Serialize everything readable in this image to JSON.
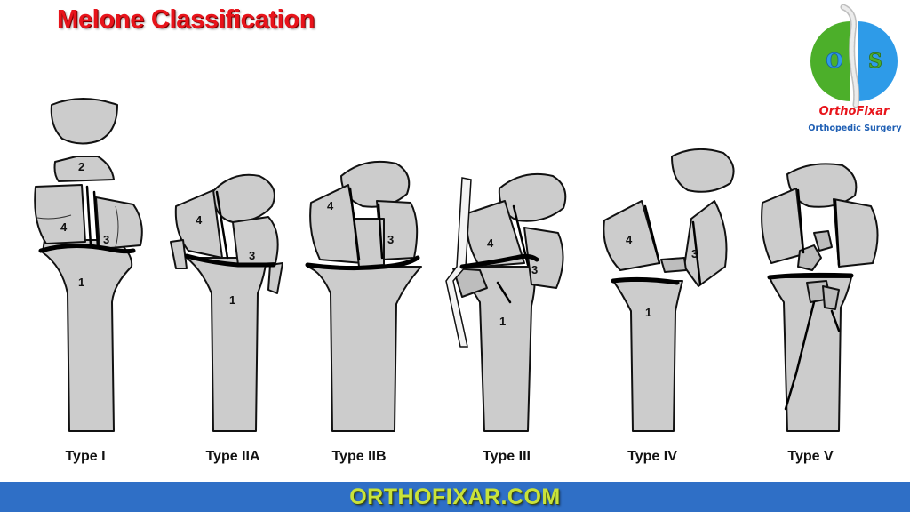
{
  "title": "Melone Classification",
  "logo": {
    "name": "OrthoFixar",
    "subtitle": "Orthopedic Surgery",
    "letters": [
      "O",
      "S"
    ],
    "colors": {
      "left": "#4caf2a",
      "right": "#2e9be8",
      "spine": "#d8d8d8"
    }
  },
  "fragment_numbers": {
    "type_i": [
      "1",
      "2",
      "3",
      "4"
    ],
    "type_iia": [
      "1",
      "3",
      "4"
    ],
    "type_iib": [
      "3",
      "4"
    ],
    "type_iii": [
      "1",
      "3",
      "4"
    ],
    "type_iv": [
      "1",
      "3",
      "4"
    ]
  },
  "types": [
    {
      "label": "Type I"
    },
    {
      "label": "Type IIA"
    },
    {
      "label": "Type IIB"
    },
    {
      "label": "Type III"
    },
    {
      "label": "Type IV"
    },
    {
      "label": "Type V"
    }
  ],
  "footer": {
    "text": "ORTHOFIXAR.COM"
  },
  "colors": {
    "title": "#e8141b",
    "footer_bg": "#2f6fc6",
    "footer_text": "#c9e33a"
  }
}
